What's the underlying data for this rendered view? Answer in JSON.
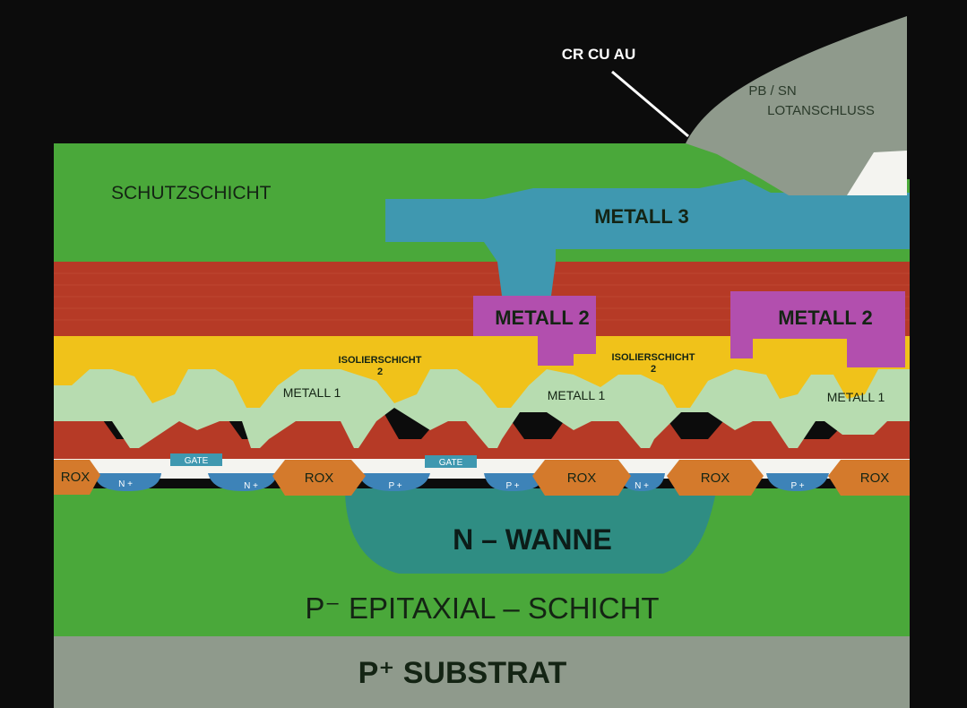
{
  "labels": {
    "top_metal": "CR CU AU",
    "solder_line1": "PB / SN",
    "solder_line2": "LOTANSCHLUSS",
    "protection": "SCHUTZSCHICHT",
    "metal3": "METALL 3",
    "metal2": "METALL 2",
    "metal1": "METALL 1",
    "insulator_line1": "ISOLIERSCHICHT",
    "insulator_line2": "2",
    "rox": "ROX",
    "gate": "GATE",
    "n_plus": "N +",
    "p_plus": "P +",
    "n_well": "N  –  WANNE",
    "epi": "P⁻ EPITAXIAL  –  SCHICHT",
    "substrate": "P⁺ SUBSTRAT"
  },
  "colors": {
    "background": "#0c0c0c",
    "green": "#4aa83a",
    "teal": "#3f98b0",
    "gray": "#8f9a8c",
    "red": "#b63a26",
    "yellow": "#f0c21a",
    "mint": "#b7dcb0",
    "magenta": "#b24fae",
    "orange": "#d47a2c",
    "white": "#f4f4f0",
    "well": "#2f8d83",
    "diffusion": "#3d83b8",
    "text_dark": "#142414",
    "text_light": "#ffffff"
  }
}
